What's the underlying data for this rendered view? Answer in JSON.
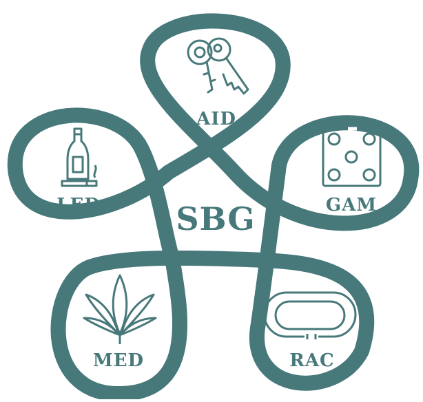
{
  "colors": {
    "teal": "#47787a",
    "background": "#ffffff"
  },
  "center": {
    "label": "SBG"
  },
  "petals": [
    {
      "id": "aid",
      "label": "AID",
      "icon": "keys-icon"
    },
    {
      "id": "gam",
      "label": "GAM",
      "icon": "dice-icon"
    },
    {
      "id": "rac",
      "label": "RAC",
      "icon": "race-track-icon"
    },
    {
      "id": "med",
      "label": "MED",
      "icon": "cannabis-leaf-icon"
    },
    {
      "id": "led",
      "label": "LED",
      "icon": "bottle-cigarette-icon"
    }
  ]
}
